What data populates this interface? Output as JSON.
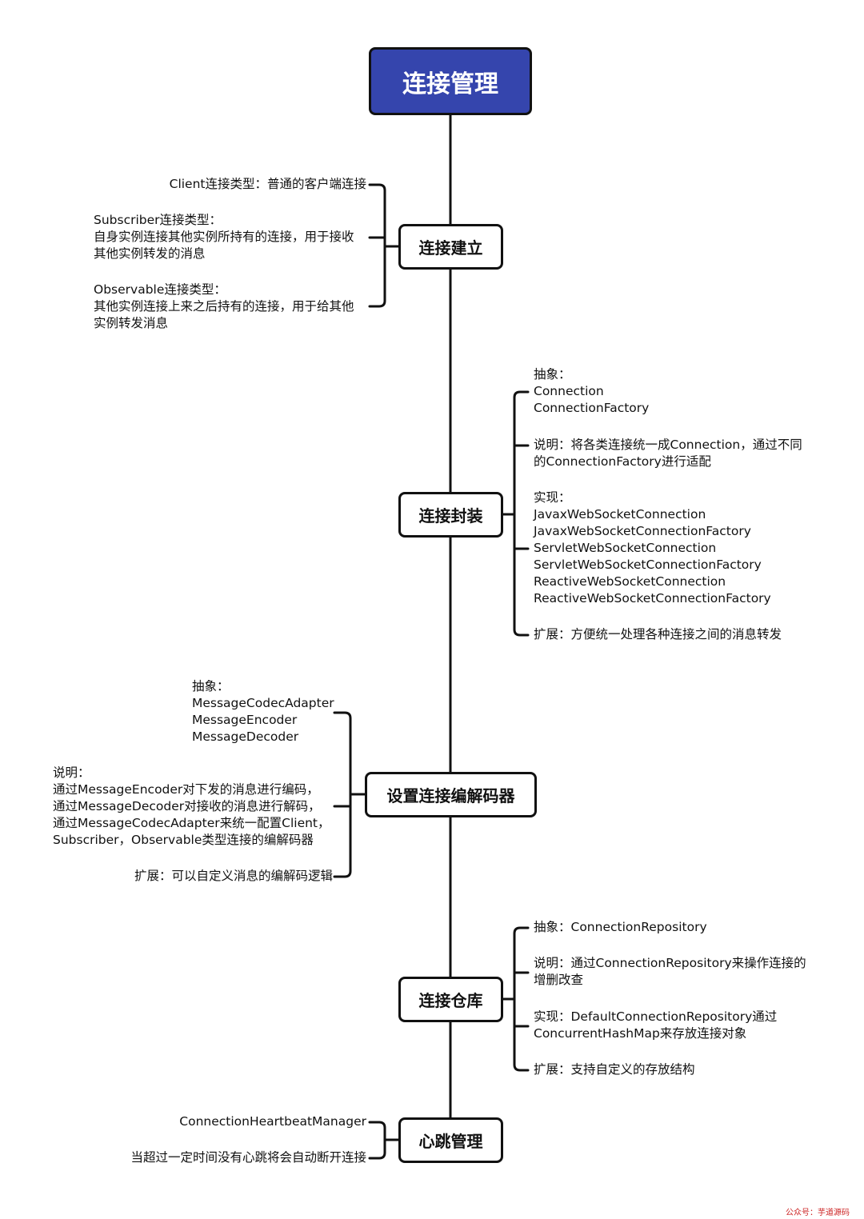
{
  "root": "连接管理",
  "nodes": {
    "establish": "连接建立",
    "wrap": "连接封装",
    "codec": "设置连接编解码器",
    "repo": "连接仓库",
    "heartbeat": "心跳管理"
  },
  "establish_items": [
    "Client连接类型：普通的客户端连接",
    "Subscriber连接类型：\n自身实例连接其他实例所持有的连接，用于接收\n其他实例转发的消息",
    "Observable连接类型：\n其他实例连接上来之后持有的连接，用于给其他\n实例转发消息"
  ],
  "wrap_items": [
    "抽象：\nConnection\nConnectionFactory",
    "说明：将各类连接统一成Connection，通过不同\n的ConnectionFactory进行适配",
    "实现：\nJavaxWebSocketConnection\nJavaxWebSocketConnectionFactory\nServletWebSocketConnection\nServletWebSocketConnectionFactory\nReactiveWebSocketConnection\nReactiveWebSocketConnectionFactory",
    "扩展：方便统一处理各种连接之间的消息转发"
  ],
  "codec_items": [
    "抽象：\nMessageCodecAdapter\nMessageEncoder\nMessageDecoder",
    "说明：\n通过MessageEncoder对下发的消息进行编码，\n通过MessageDecoder对接收的消息进行解码，\n通过MessageCodecAdapter来统一配置Client，\nSubscriber，Observable类型连接的编解码器",
    "扩展：可以自定义消息的编解码逻辑"
  ],
  "repo_items": [
    "抽象：ConnectionRepository",
    "说明：通过ConnectionRepository来操作连接的\n增删改查",
    "实现：DefaultConnectionRepository通过\nConcurrentHashMap来存放连接对象",
    "扩展：支持自定义的存放结构"
  ],
  "heartbeat_items": [
    "ConnectionHeartbeatManager",
    "当超过一定时间没有心跳将会自动断开连接"
  ],
  "watermark": "公众号：芋道源码"
}
